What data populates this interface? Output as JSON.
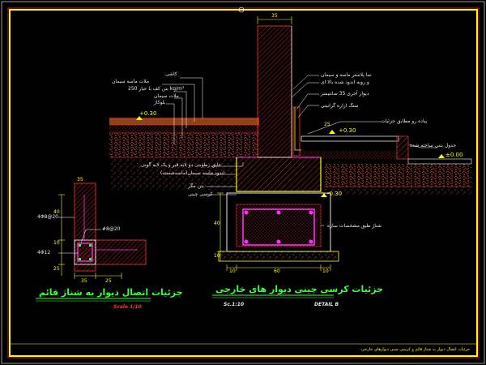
{
  "labels": {
    "kashi": "کاشی",
    "mortar": "ملات ماسه سیمان",
    "concrete_s": "بتن کف با عیار 250 kg/m³",
    "mosaic": "ملات سیمان",
    "blokaj": "بلوکاژ",
    "level_plus30_left": "+0.30",
    "plaster1": "نما پلاستر ماسه و سیمان",
    "plaster2": "و رویه اندود شده بالا ای",
    "brick_wall": "دیوار آجری 35 سانتیمتر",
    "isogam": "عایق رطوبتی دو لایه قیر و یک لایه گونی",
    "isogam2": "اندود ماسه سیمان(ماسه‌شسته)",
    "stone": "سنگ ازاره گرانیتی",
    "step_note": "پیاده رو مطابق جزئیات",
    "dim_25": "25",
    "level_plus30_right": "+0.30",
    "plinth": "جدول بتنی ساخته شده",
    "level_00": "±0.00",
    "concrete_lean": "بتن مگر",
    "plinth_beam": "کرسی چینی",
    "level_minus30": "-0.30",
    "beam_note": "شناژ طبق مشخصات سازه",
    "dim_35_top": "35",
    "dim_10a": "10",
    "dim_60": "60",
    "dim_10b": "10",
    "dim_40": "40",
    "dim_10c": "10",
    "rebar_top_left": "4Φ8@20",
    "rebar_left": "#8@20",
    "rebar_bottom": "4Φ12",
    "dim_35_left": "35",
    "dim_10_left": "10",
    "dim_40_left": "40",
    "dim_25_left": "25",
    "dim_35_bottom": "35",
    "dim_25_bottom": "25"
  },
  "titles": {
    "left_title": "جزئیات اتصال دیوار به شناژ قائم",
    "left_scale": "Scale 1/10",
    "right_title": "جزئیات کرسی چینی دیوار های خارجی",
    "right_scale": "Sc.1:10",
    "right_detail": "DETAIL B"
  },
  "footer": {
    "text": "جزئیات اتصال دیوار به شناژ قائم و کرسی چینی دیوارهای خارجی"
  },
  "colors": {
    "frame_yellow": "#ffff00",
    "frame_red": "#ff2020",
    "hatch_red": "#ff3333",
    "line_white": "#e8e8e8",
    "dim_yellow": "#ffff00",
    "title_green": "#39ff39",
    "rebar_magenta": "#ff30ff",
    "floor_orange": "#ff7a2a"
  }
}
